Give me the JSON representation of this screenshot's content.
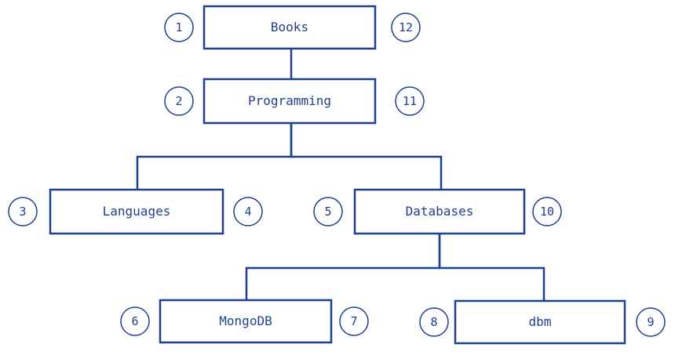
{
  "diagram": {
    "stroke_color": "#1f3f8f",
    "background": "#ffffff",
    "nodes": [
      {
        "id": "books",
        "label": "Books",
        "left_num": "1",
        "right_num": "12"
      },
      {
        "id": "programming",
        "label": "Programming",
        "left_num": "2",
        "right_num": "11"
      },
      {
        "id": "languages",
        "label": "Languages",
        "left_num": "3",
        "right_num": "4"
      },
      {
        "id": "databases",
        "label": "Databases",
        "left_num": "5",
        "right_num": "10"
      },
      {
        "id": "mongodb",
        "label": "MongoDB",
        "left_num": "6",
        "right_num": "7"
      },
      {
        "id": "dbm",
        "label": "dbm",
        "left_num": "8",
        "right_num": "9"
      }
    ],
    "edges": [
      {
        "from": "books",
        "to": "programming"
      },
      {
        "from": "programming",
        "to": "languages"
      },
      {
        "from": "programming",
        "to": "databases"
      },
      {
        "from": "databases",
        "to": "mongodb"
      },
      {
        "from": "databases",
        "to": "dbm"
      }
    ]
  }
}
